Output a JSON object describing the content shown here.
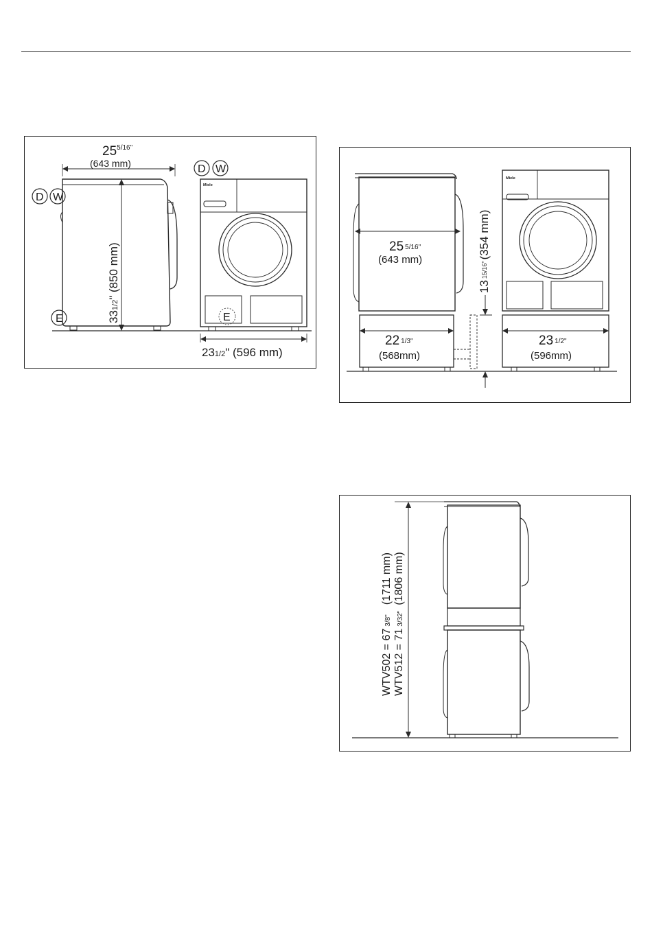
{
  "figure1": {
    "width_whole": "25",
    "width_frac": "5/16\"",
    "width_mm": "(643 mm)",
    "height_whole": "33",
    "height_frac": "1/2",
    "height_mm": "\" (850 mm)",
    "depth_whole": "23",
    "depth_frac": "1/2",
    "depth_mm": "\" (596 mm)",
    "label_d": "D",
    "label_w": "W",
    "label_e": "E",
    "brand": "Miele"
  },
  "figure2": {
    "width_whole": "25",
    "width_frac": "5/16\"",
    "width_mm": "(643 mm)",
    "pedestal_depth_whole": "22",
    "pedestal_depth_frac": "1/3\"",
    "pedestal_depth_mm": "(568mm)",
    "pedestal_width_whole": "23",
    "pedestal_width_frac": "1/2\"",
    "pedestal_width_mm": "(596mm)",
    "pedestal_height_whole": "13",
    "pedestal_height_frac": "15/16\"",
    "pedestal_height_mm": "(354 mm)",
    "brand": "Miele"
  },
  "figure3": {
    "line1": "WTV502 = 67",
    "line1_frac": "3/8\"",
    "line1_mm": "(1711 mm)",
    "line2": "WTV512 = 71",
    "line2_frac": "3/32\"",
    "line2_mm": "(1806 mm)"
  }
}
